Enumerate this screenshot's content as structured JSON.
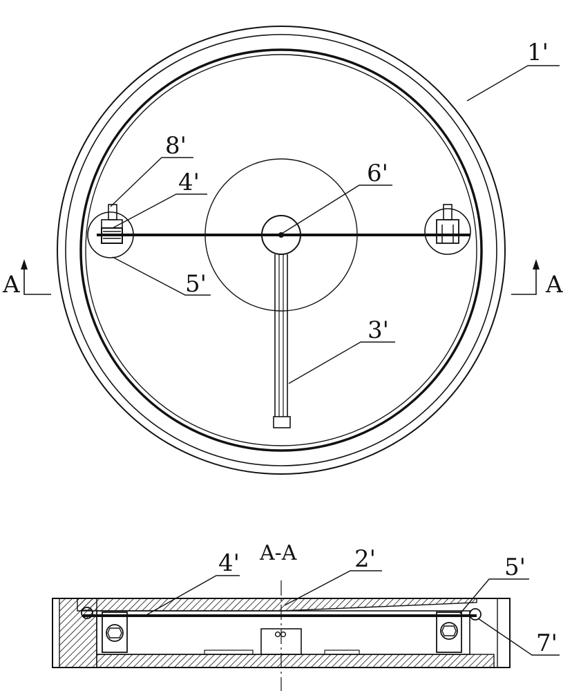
{
  "figure": {
    "top_view": {
      "labels": {
        "outer_ring": "1'",
        "bolt_top": "8'",
        "clip_left": "4'",
        "hub": "6'",
        "bracket_left": "5'",
        "strap": "3'"
      },
      "section_marks": {
        "left": "A",
        "right": "A"
      }
    },
    "section_view": {
      "title": "A-A",
      "labels": {
        "wire": "4'",
        "cover_plate": "2'",
        "bracket_right": "5'",
        "bolt_right": "7'"
      }
    }
  }
}
